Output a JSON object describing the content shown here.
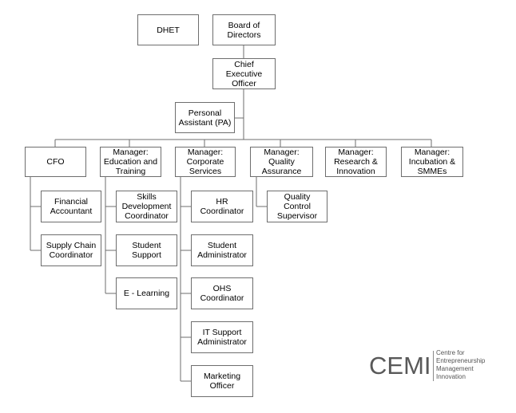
{
  "nodes": {
    "dhet": "DHET",
    "board": "Board of\nDirectors",
    "ceo": "Chief Executive\nOfficer",
    "pa": "Personal\nAssistant (PA)",
    "cfo": "CFO",
    "mgr_edu": "Manager:\nEducation and\nTraining",
    "mgr_corp": "Manager:\nCorporate\nServices",
    "mgr_quality": "Manager: Quality\nAssurance",
    "mgr_research": "Manager:\nResearch &\nInnovation",
    "mgr_incubation": "Manager:\nIncubation &\nSMMEs",
    "fin_acc": "Financial\nAccountant",
    "supply": "Supply Chain\nCoordinator",
    "skills": "Skills\nDevelopment\nCoordinator",
    "student_support": "Student Support",
    "elearning": "E - Learning",
    "hr": "HR Coordinator",
    "student_admin": "Student\nAdministrator",
    "ohs": "OHS\nCoordinator",
    "it": "IT Support\nAdministrator",
    "marketing": "Marketing Officer",
    "qc": "Quality Control\nSupervisor"
  },
  "logo": {
    "mark": "CEMI",
    "text": "Centre for\nEntrepreneurship\nManagement\nInnovation"
  }
}
